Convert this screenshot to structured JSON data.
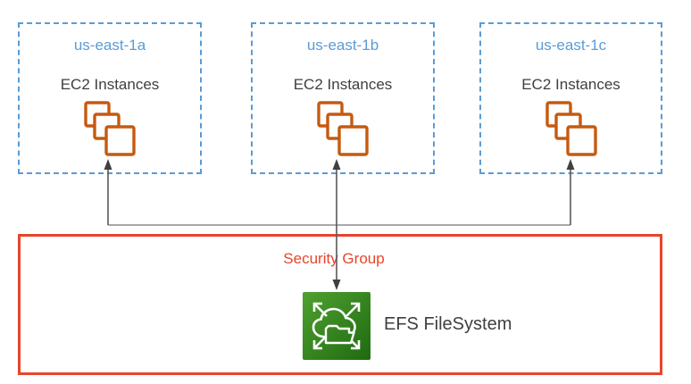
{
  "diagram": {
    "availability_zones": [
      {
        "name": "us-east-1a",
        "ec2_label": "EC2 Instances"
      },
      {
        "name": "us-east-1b",
        "ec2_label": "EC2 Instances"
      },
      {
        "name": "us-east-1c",
        "ec2_label": "EC2 Instances"
      }
    ],
    "security_group": {
      "label": "Security Group"
    },
    "efs": {
      "label": "EFS FileSystem"
    },
    "icons": {
      "ec2": "ec2-instances-icon",
      "efs": "efs-filesystem-icon",
      "arrows": "connector-arrows"
    },
    "connections": [
      {
        "from": "efs-filesystem",
        "to": "us-east-1a-ec2",
        "arrowheads": "to"
      },
      {
        "from": "efs-filesystem",
        "to": "us-east-1b-ec2",
        "arrowheads": "both"
      },
      {
        "from": "efs-filesystem",
        "to": "us-east-1c-ec2",
        "arrowheads": "to"
      }
    ],
    "colors": {
      "az_border_blue": "#5B9BD5",
      "az_title_blue": "#5B9BD5",
      "body_text_gray": "#3F3F3F",
      "ec2_orange": "#C55A11",
      "security_group_red": "#E8442B",
      "connector_gray": "#8C8C8C",
      "connector_dark_gray": "#595959",
      "arrowhead_gray": "#404040",
      "efs_green_light": "#4FA130",
      "efs_green_dark": "#1F6A10"
    }
  }
}
